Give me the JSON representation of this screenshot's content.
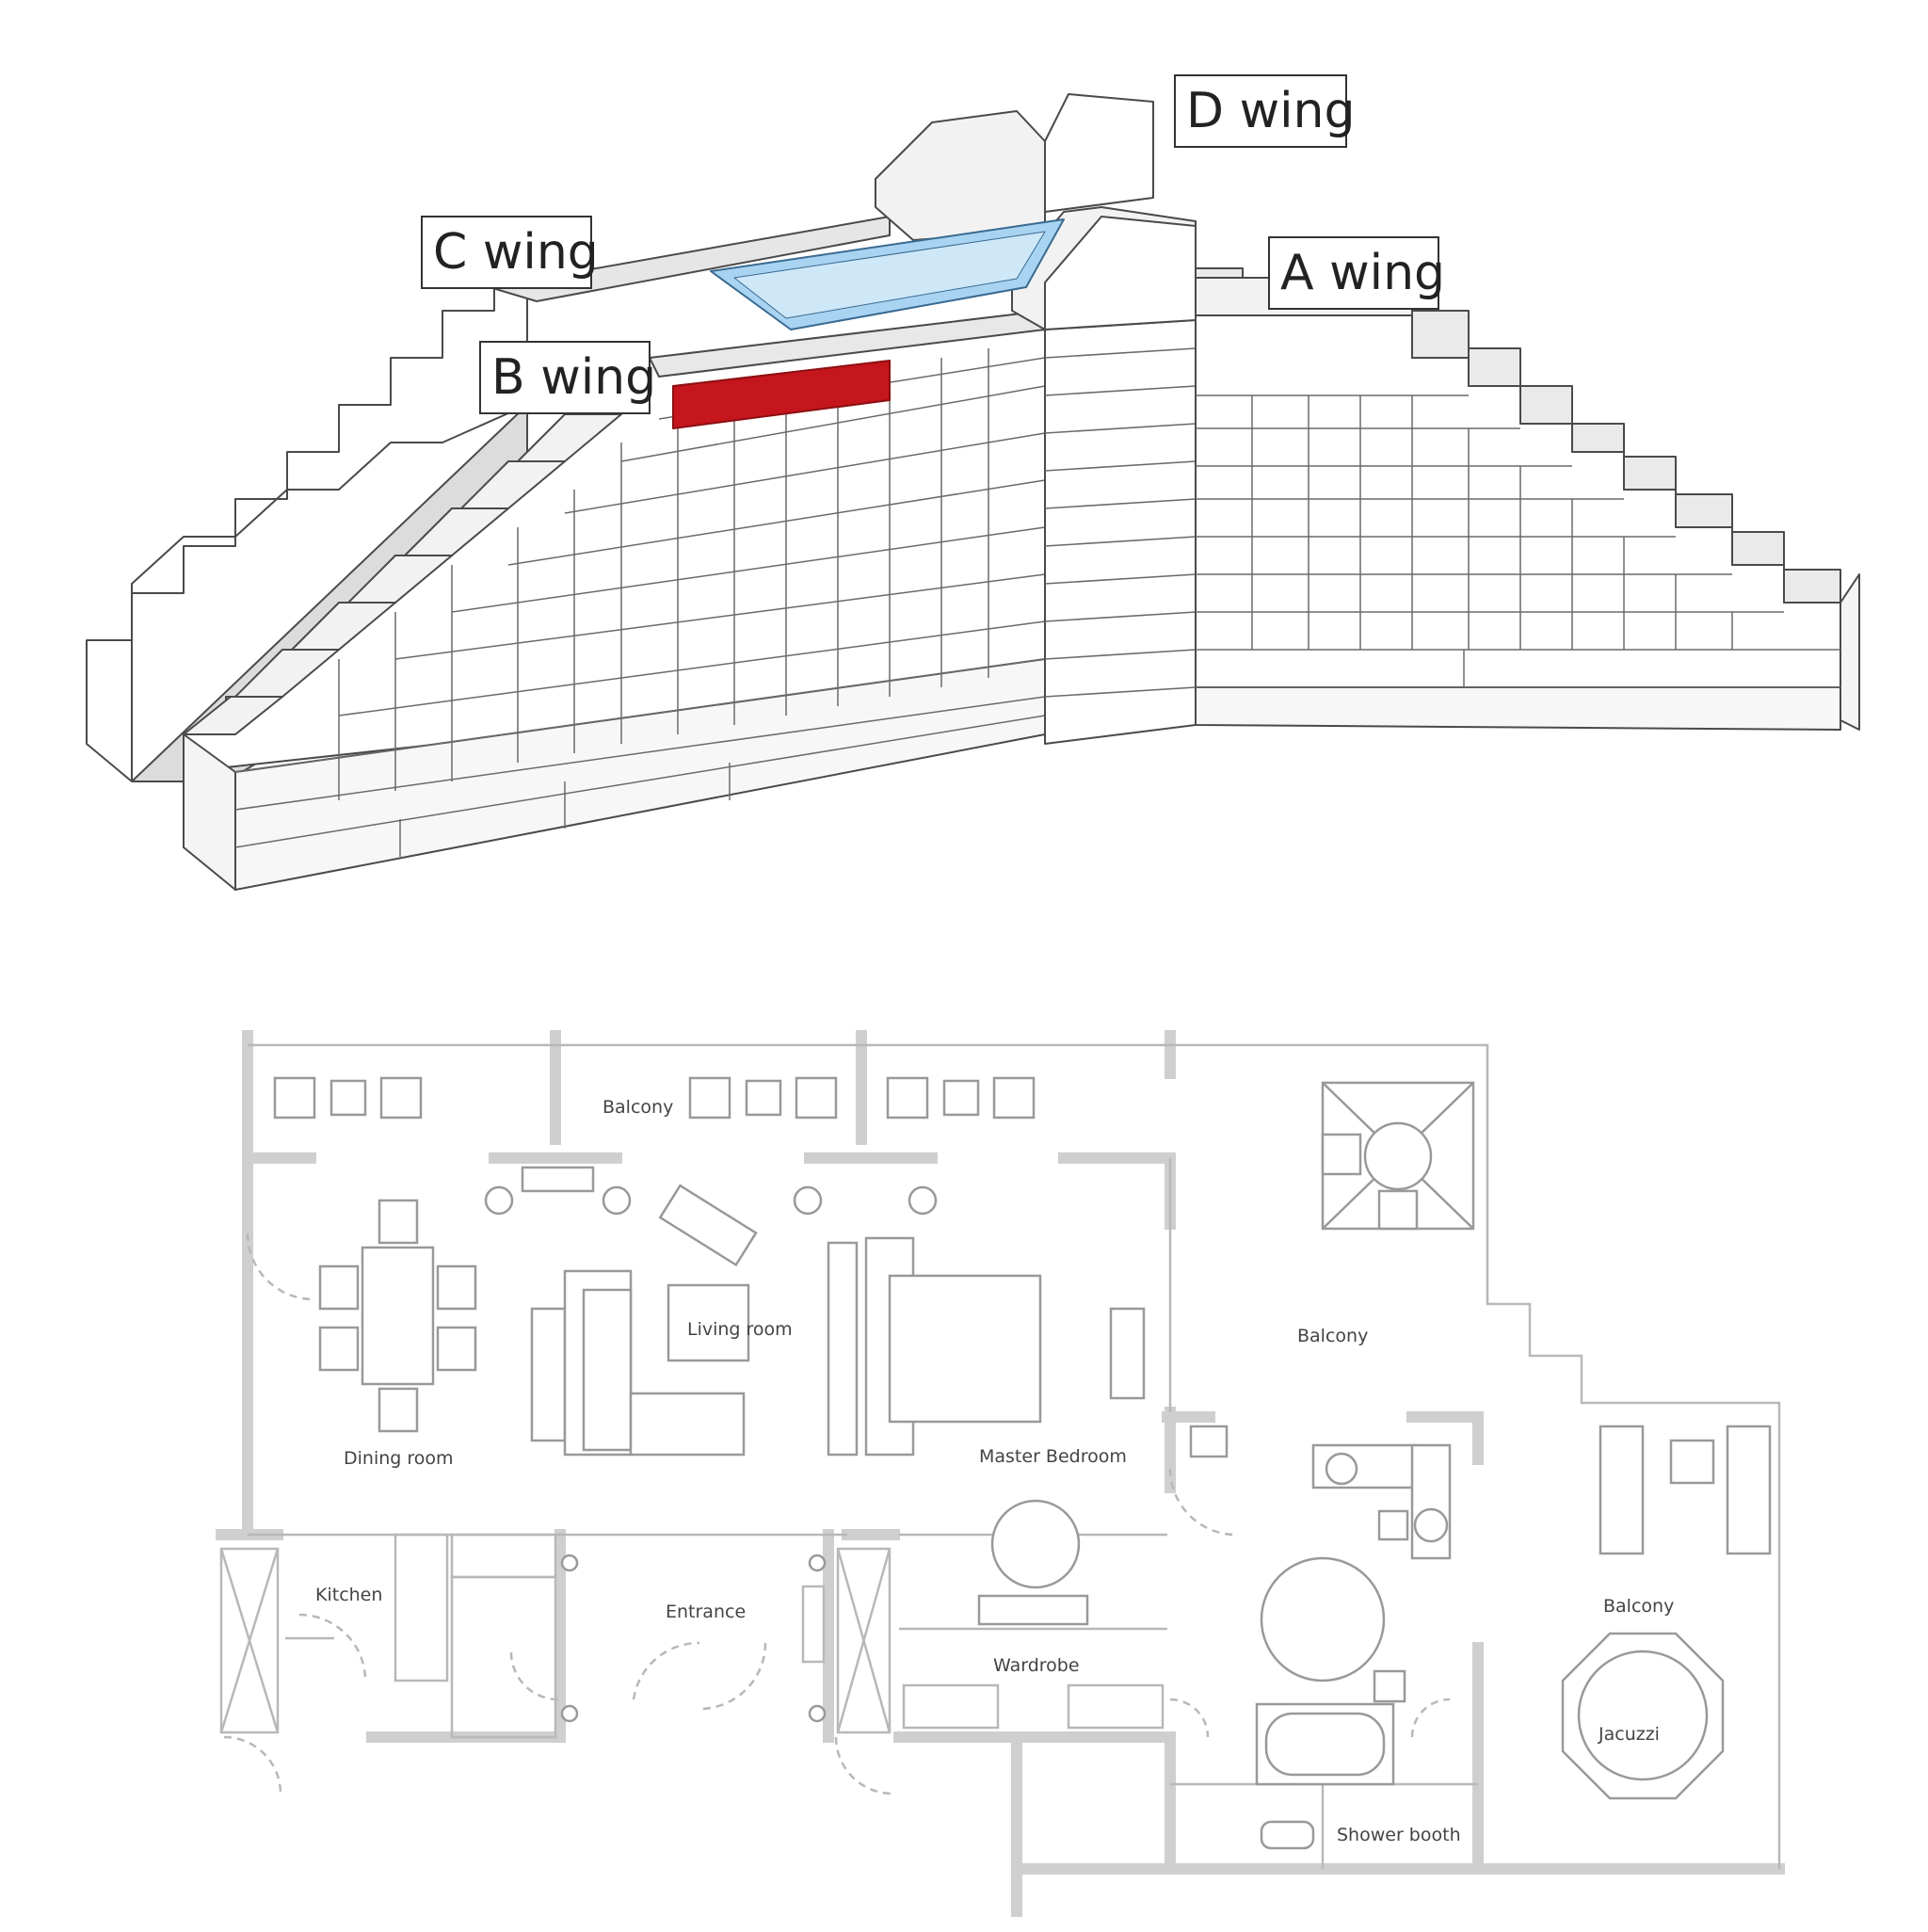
{
  "diagram": {
    "wings": {
      "a": "A wing",
      "b": "B wing",
      "c": "C wing",
      "d": "D wing"
    },
    "rooms": {
      "balcony_top": "Balcony",
      "living_room": "Living room",
      "dining_room": "Dining room",
      "master_bedroom": "Master Bedroom",
      "balcony_right": "Balcony",
      "kitchen": "Kitchen",
      "entrance": "Entrance",
      "wardrobe": "Wardrobe",
      "balcony_far": "Balcony",
      "jacuzzi": "Jacuzzi",
      "shower_booth": "Shower booth"
    },
    "colors": {
      "highlight_unit": "#c4161c",
      "pool": "#a8d4f2",
      "building_face": "#ffffff",
      "building_shadow": "#d9d9d9",
      "floorplan_wall": "#cfcfcf"
    }
  }
}
